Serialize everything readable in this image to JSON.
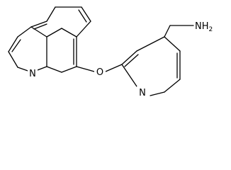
{
  "molecule": {
    "atoms": {
      "quinoline_n": "N",
      "ether_o": "O",
      "pyridine_n": "N",
      "amine": {
        "symbol": "NH",
        "subscript": "2"
      }
    }
  }
}
